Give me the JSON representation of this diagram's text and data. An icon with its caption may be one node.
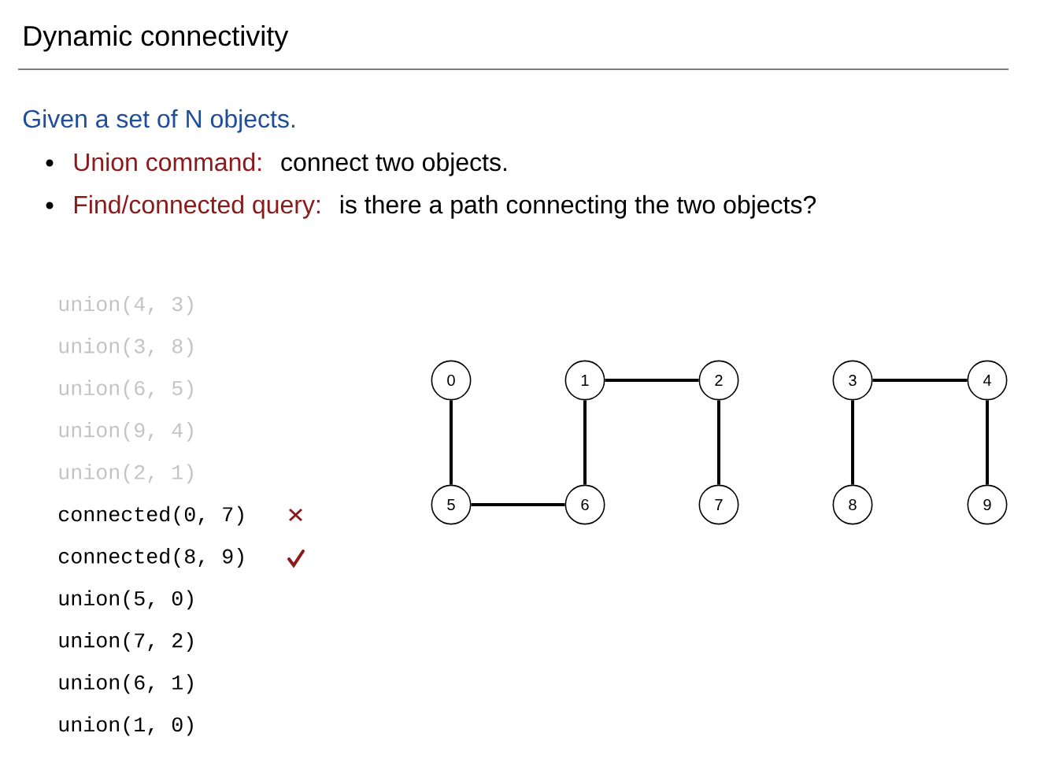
{
  "diagram": {
    "title": "Dynamic connectivity",
    "nodes": [
      {
        "text": [
          "0"
        ]
      },
      {
        "text": [
          "1"
        ]
      },
      {
        "text": [
          "2"
        ]
      },
      {
        "text": [
          "3"
        ]
      },
      {
        "text": [
          "4"
        ]
      },
      {
        "text": [
          "5"
        ]
      },
      {
        "text": [
          "6"
        ]
      },
      {
        "text": [
          "7"
        ]
      },
      {
        "text": [
          "8"
        ]
      },
      {
        "text": [
          "9"
        ]
      }
    ],
    "edges": [
      {
        "from": 0,
        "to": 5,
        "arrow": "none"
      },
      {
        "from": 5,
        "to": 6,
        "arrow": "none"
      },
      {
        "from": 1,
        "to": 6,
        "arrow": "none"
      },
      {
        "from": 1,
        "to": 2,
        "arrow": "none"
      },
      {
        "from": 2,
        "to": 7,
        "arrow": "none"
      },
      {
        "from": 3,
        "to": 4,
        "arrow": "none"
      },
      {
        "from": 3,
        "to": 8,
        "arrow": "none"
      },
      {
        "from": 4,
        "to": 9,
        "arrow": "none"
      }
    ],
    "labels": [
      "Given a set of N objects.",
      "Union command:",
      "connect two objects.",
      "Find/connected query:",
      "is there a path connecting the two objects?",
      "union(4, 3)",
      "union(3, 8)",
      "union(6, 5)",
      "union(9, 4)",
      "union(2, 1)",
      "connected(0, 7)",
      "connected(8, 9)",
      "union(5, 0)",
      "union(7, 2)",
      "union(6, 1)",
      "union(1, 0)"
    ]
  }
}
